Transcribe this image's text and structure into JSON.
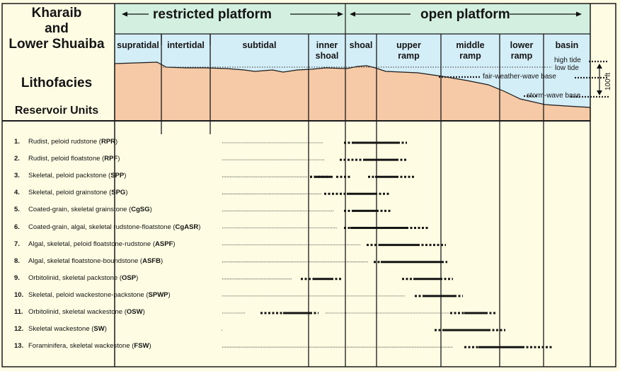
{
  "title": {
    "line1": "Kharaib",
    "line2": "and",
    "line3": "Lower Shuaiba",
    "sub1": "Lithofacies",
    "sub2": "Reservoir Units"
  },
  "platform_headers": {
    "restricted": "restricted platform",
    "open": "open platform"
  },
  "zones": [
    {
      "id": "supratidal",
      "line1": "supratidal",
      "line2": ""
    },
    {
      "id": "intertidal",
      "line1": "intertidal",
      "line2": ""
    },
    {
      "id": "subtidal",
      "line1": "subtidal",
      "line2": ""
    },
    {
      "id": "inner-shoal",
      "line1": "inner",
      "line2": "shoal"
    },
    {
      "id": "shoal",
      "line1": "shoal",
      "line2": ""
    },
    {
      "id": "upper-ramp",
      "line1": "upper",
      "line2": "ramp"
    },
    {
      "id": "middle-ramp",
      "line1": "middle",
      "line2": "ramp"
    },
    {
      "id": "lower-ramp",
      "line1": "lower",
      "line2": "ramp"
    },
    {
      "id": "basin",
      "line1": "basin",
      "line2": ""
    }
  ],
  "levels": {
    "high_tide": "high tide",
    "low_tide": "low tide",
    "fwwb": "fair-weather-wave base",
    "swb": "storm-wave base",
    "scale": "100 ft"
  },
  "lithofacies": [
    {
      "num": "1.",
      "name": "Rudist, peloid rudstone",
      "code": "RPR"
    },
    {
      "num": "2.",
      "name": "Rudist, peloid floatstone",
      "code": "RPF"
    },
    {
      "num": "3.",
      "name": "Skeletal, peloid packstone",
      "code": "SPP"
    },
    {
      "num": "4.",
      "name": "Skeletal, peloid grainstone",
      "code": "SPG"
    },
    {
      "num": "5.",
      "name": "Coated-grain, skeletal grainstone",
      "code": "CgSG"
    },
    {
      "num": "6.",
      "name": "Coated-grain, algal, skeletal rudstone-floatstone",
      "code": "CgASR"
    },
    {
      "num": "7.",
      "name": "Algal, skeletal, peloid floatstone-rudstone",
      "code": "ASPF"
    },
    {
      "num": "8.",
      "name": "Algal, skeletal floatstone-boundstone",
      "code": "ASFB"
    },
    {
      "num": "9.",
      "name": "Orbitolinid, skeletal packstone",
      "code": "OSP"
    },
    {
      "num": "10.",
      "name": "Skeletal, peloid wackestone-packstone",
      "code": "SPWP"
    },
    {
      "num": "11.",
      "name": "Orbitolinid, skeletal wackestone",
      "code": "OSW"
    },
    {
      "num": "12.",
      "name": "Skeletal wackestone",
      "code": "SW"
    },
    {
      "num": "13.",
      "name": "Foraminifera, skeletal wackestone",
      "code": "FSW"
    }
  ],
  "colors": {
    "background": "#fefde4",
    "header": "#d3efe0",
    "water": "#d4eef8",
    "sediment": "#f6c9a7",
    "line": "#141414"
  }
}
